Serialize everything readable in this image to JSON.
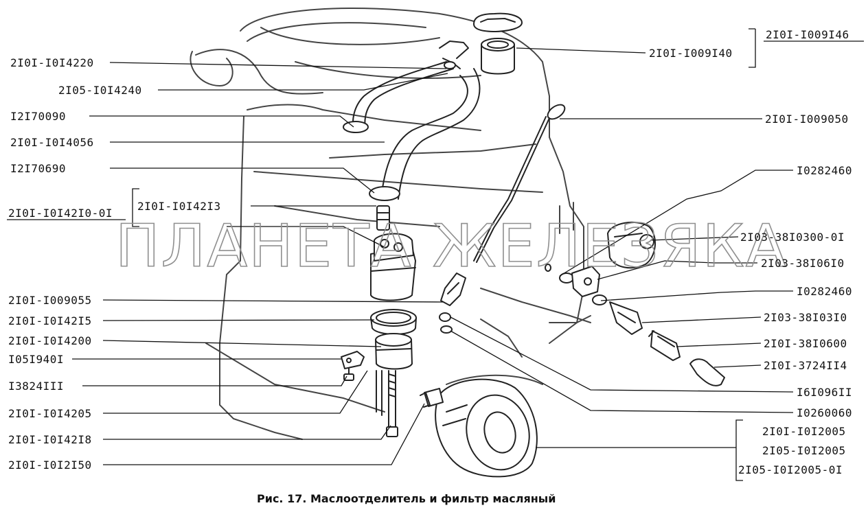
{
  "watermark": "ПЛАНЕТА ЖЕЛЕЗЯКА",
  "caption": "Рис. 17. Маслоотделитель и фильтр масляный",
  "labels": {
    "l01": "2I0I-I0I4220",
    "l02": "2I05-I0I4240",
    "l03": "I2I70090",
    "l04": "2I0I-I0I4056",
    "l05": "I2I70690",
    "l06": "2I0I-I0I42I0-0I",
    "l07": "2I0I-I0I42I3",
    "l08": "2I0I-I009055",
    "l09": "2I0I-I0I42I5",
    "l10": "2I0I-I0I4200",
    "l11": "I05I940I",
    "l12": "I3824III",
    "l13": "2I0I-I0I4205",
    "l14": "2I0I-I0I42I8",
    "l15": "2I0I-I0I2I50",
    "r01": "2I0I-I009I46",
    "r02": "2I0I-I009I40",
    "r03": "2I0I-I009050",
    "r04": "I0282460",
    "r05": "2I03-38I0300-0I",
    "r06": "2I03-38I06I0",
    "r07": "I0282460",
    "r08": "2I03-38I03I0",
    "r09": "2I0I-38I0600",
    "r10": "2I0I-3724II4",
    "r11": "I6I096II",
    "r12": "I0260060",
    "r13": "2I0I-I0I2005",
    "r14": "2I05-I0I2005",
    "r15": "2I05-I0I2005-0I"
  }
}
